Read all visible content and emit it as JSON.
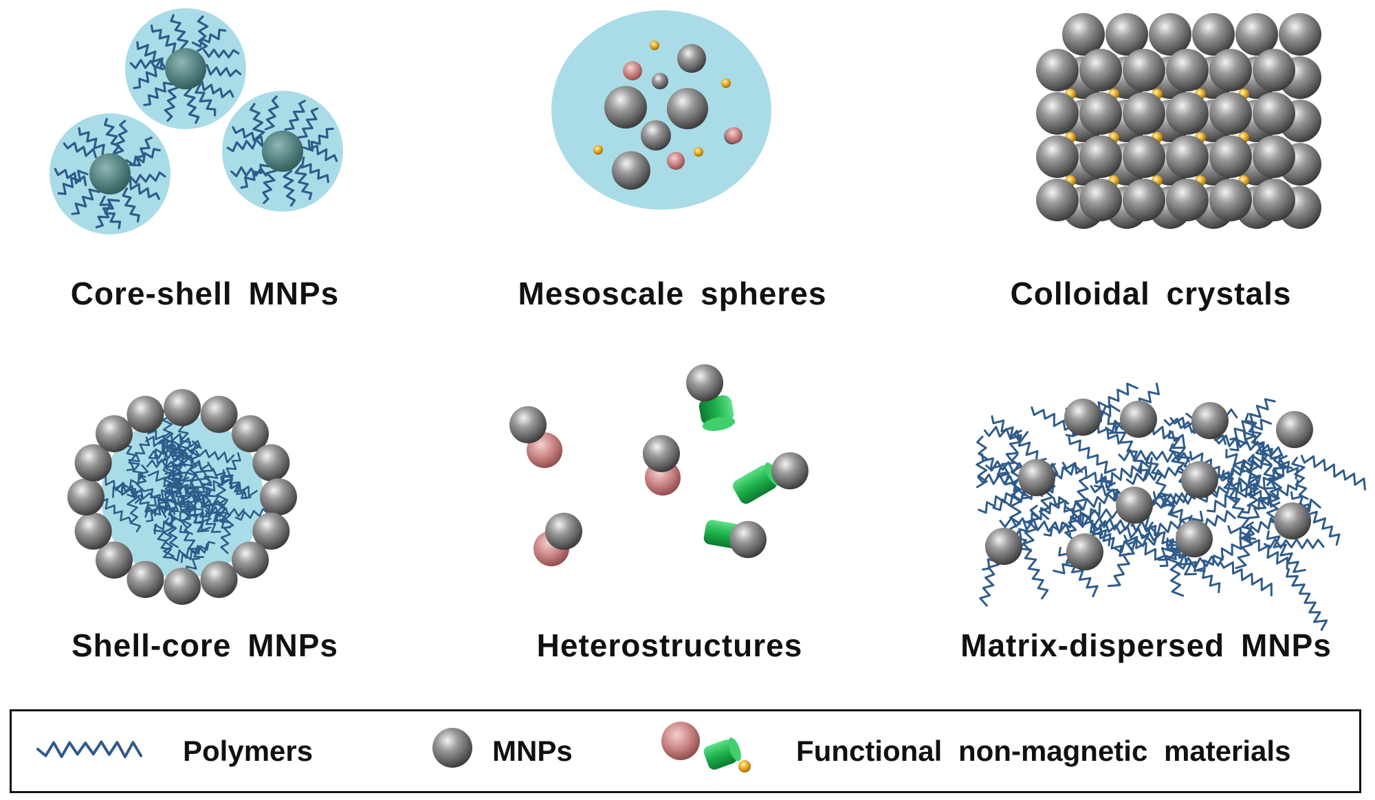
{
  "panels": {
    "core_shell": "Core-shell MNPs",
    "mesoscale": "Mesoscale spheres",
    "colloidal": "Colloidal crystals",
    "shell_core": "Shell-core MNPs",
    "hetero": "Heterostructures",
    "matrix": "Matrix-dispersed MNPs"
  },
  "legend": {
    "polymers": "Polymers",
    "mnps": "MNPs",
    "functional": "Functional non-magnetic materials"
  },
  "colors": {
    "shell_blue": "#a9dce6",
    "polymer": "#2f5b8a",
    "mnp_gray": "#6e6e6e",
    "pink": "#c77a7a",
    "green": "#22b34a",
    "gold": "#e0a31c"
  }
}
